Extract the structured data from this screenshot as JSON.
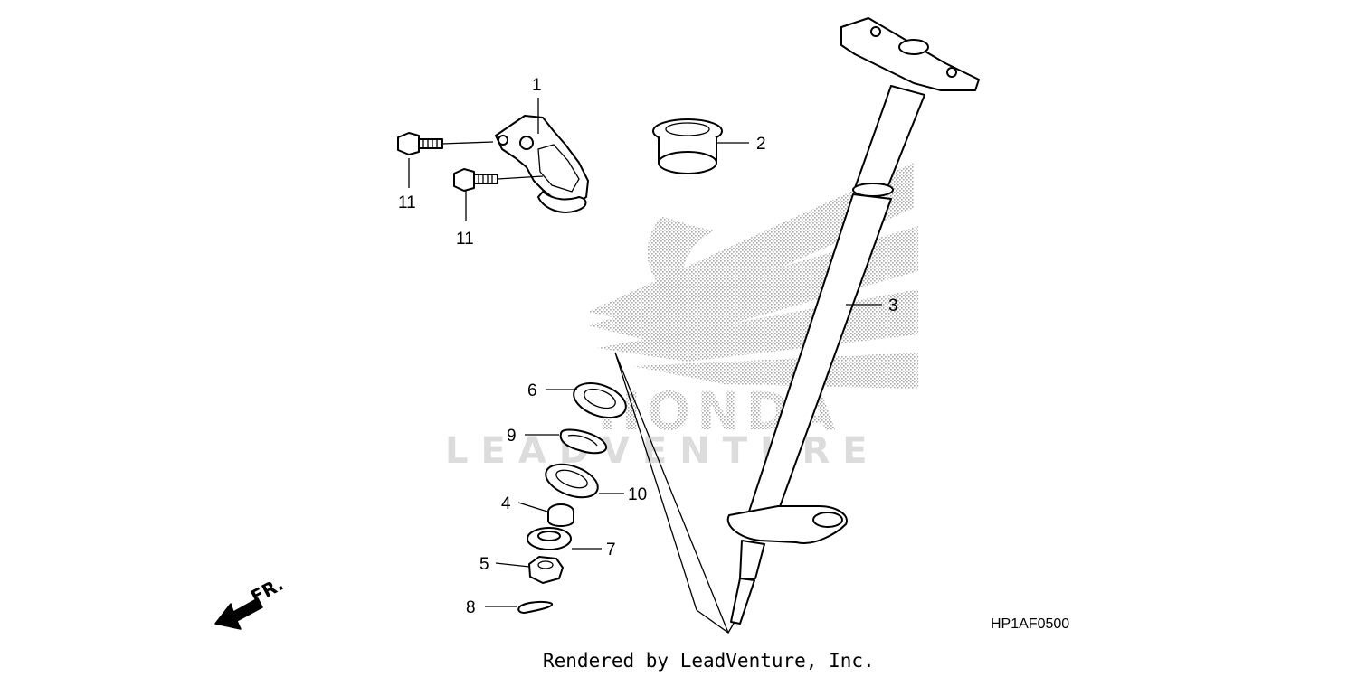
{
  "diagram_code": "HP1AF0500",
  "credit_text": "Rendered by LeadVenture, Inc.",
  "front_marker": "FR.",
  "watermark": {
    "brand": "HONDA",
    "vendor": "LEADVENTURE"
  },
  "callouts": [
    {
      "id": "c1",
      "label": "1"
    },
    {
      "id": "c2",
      "label": "2"
    },
    {
      "id": "c3",
      "label": "3"
    },
    {
      "id": "c4",
      "label": "4"
    },
    {
      "id": "c5",
      "label": "5"
    },
    {
      "id": "c6",
      "label": "6"
    },
    {
      "id": "c7",
      "label": "7"
    },
    {
      "id": "c8",
      "label": "8"
    },
    {
      "id": "c9",
      "label": "9"
    },
    {
      "id": "c10",
      "label": "10"
    },
    {
      "id": "c11a",
      "label": "11"
    },
    {
      "id": "c11b",
      "label": "11"
    }
  ],
  "colors": {
    "line": "#000000",
    "watermark": "#bdbdbd"
  }
}
